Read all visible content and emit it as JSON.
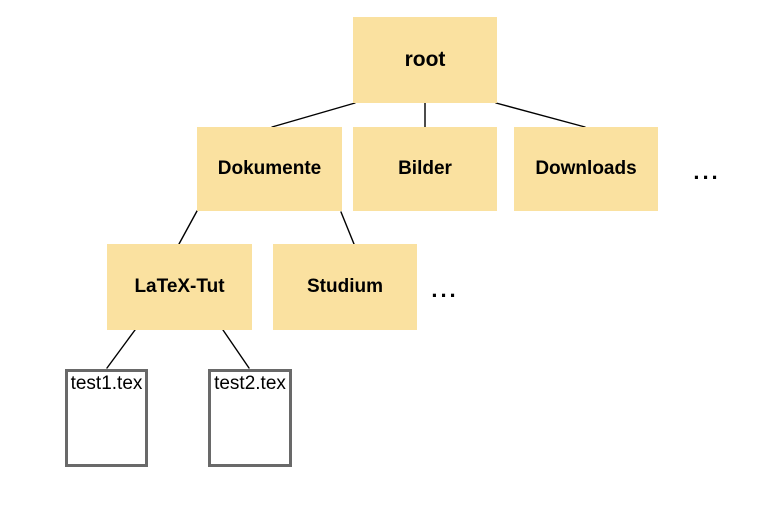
{
  "diagram": {
    "type": "tree",
    "description": "File system hierarchy diagram",
    "nodes": {
      "root": {
        "label": "root"
      },
      "level2": [
        {
          "label": "Dokumente"
        },
        {
          "label": "Bilder"
        },
        {
          "label": "Downloads"
        }
      ],
      "level2_more": "...",
      "level3": [
        {
          "label": "LaTeX-Tut"
        },
        {
          "label": "Studium"
        }
      ],
      "level3_more": "...",
      "files": [
        {
          "label": "test1.tex"
        },
        {
          "label": "test2.tex"
        }
      ]
    },
    "edges": [
      {
        "from": "root",
        "to": "Dokumente"
      },
      {
        "from": "root",
        "to": "Bilder"
      },
      {
        "from": "root",
        "to": "Downloads"
      },
      {
        "from": "Dokumente",
        "to": "LaTeX-Tut"
      },
      {
        "from": "Dokumente",
        "to": "Studium"
      },
      {
        "from": "LaTeX-Tut",
        "to": "test1.tex"
      },
      {
        "from": "LaTeX-Tut",
        "to": "test2.tex"
      }
    ],
    "colors": {
      "folder_fill": "#fae1a0",
      "file_fill": "#ffffff",
      "file_border": "#696969",
      "edge": "#000000",
      "background": "#ffffff",
      "text": "#000000"
    }
  }
}
